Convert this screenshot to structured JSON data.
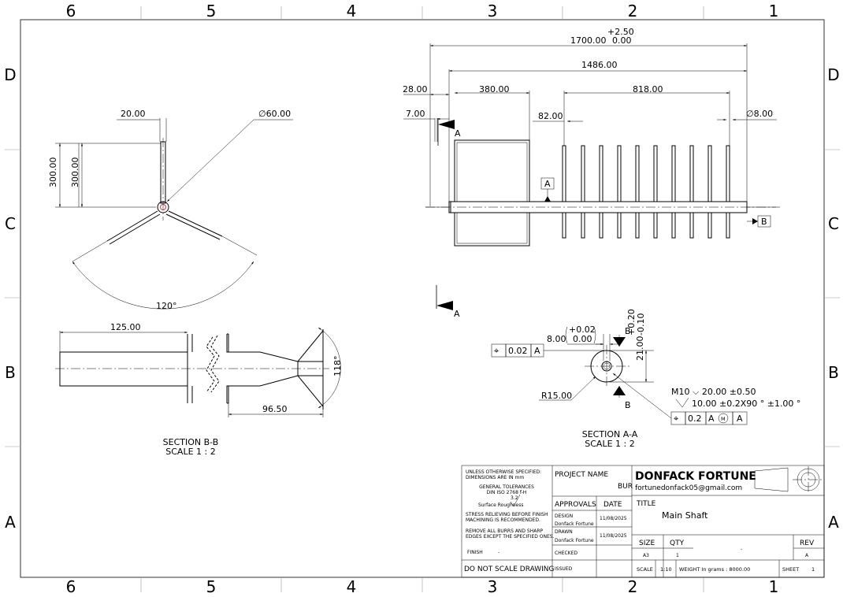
{
  "zones": {
    "cols": [
      "6",
      "5",
      "4",
      "3",
      "2",
      "1"
    ],
    "rows": [
      "D",
      "C",
      "B",
      "A"
    ]
  },
  "top_view": {
    "dims": {
      "d20": "20.00",
      "dia60": "∅60.00",
      "h300a": "300.00",
      "h300b": "300.00",
      "angle": "120°"
    }
  },
  "section_bb": {
    "dims": {
      "l125": "125.00",
      "l96": "96.50",
      "angle": "118°"
    },
    "title": "SECTION B-B",
    "scale": "SCALE 1 : 2"
  },
  "front_view": {
    "dims": {
      "tol_upper": "+2.50",
      "total": "1700.00",
      "tol_lower": "0.00",
      "d1486": "1486.00",
      "d28": "28.00",
      "d380": "380.00",
      "d818": "818.00",
      "d7": "7.00",
      "d82": "82.00",
      "dia8": "∅8.00"
    },
    "labels": {
      "secA_top": "A",
      "datumA": "A",
      "datumB": "B",
      "secA_bottom": "A"
    }
  },
  "section_aa": {
    "dims": {
      "d8": "8.00",
      "tol8_up": "+0.02",
      "tol8_lo": "0.00",
      "d21": "21.00",
      "tol21_up": "+0.20",
      "tol21_lo": "-0.10",
      "r15": "R15.00",
      "thread": "M10 ⌵ 20.00 ±0.50",
      "csink": "10.00 ±0.2X90 ° ±1.00 °"
    },
    "fcf1": {
      "sym": "⌖",
      "tol": "0.02",
      "datum": "A"
    },
    "fcf2": {
      "sym": "⌖",
      "tol": "0.2",
      "datum": "A",
      "mod": "M",
      "datum2": "A"
    },
    "cut_b_top": "B",
    "cut_b_bot": "B",
    "title": "SECTION A-A",
    "scale": "SCALE 1 : 2"
  },
  "title_block": {
    "notes": {
      "n1": "UNLESS OTHERWISE SPECIFIED:",
      "n2": "DIMENSIONS ARE IN mm",
      "n3": "GENERAL TOLERANCES",
      "n4": "DIN ISO 2768 f-H",
      "rough_label": "Surface Roughness",
      "rough_val": "3.2",
      "n5": "STRESS RELIEVING BEFORE FINISH",
      "n6": "MACHINING IS RECOMMENDED.",
      "n7": "REMOVE ALL BURRS AND SHARP",
      "n8": "EDGES EXCEPT THE SPECIFIED ONES.",
      "finish_label": "FINISH",
      "finish_val": "-",
      "no_scale": "DO NOT SCALE DRAWING"
    },
    "project_name_label": "PROJECT NAME",
    "project_name": "BUR",
    "approvals": "APPROVALS",
    "date_label": "DATE",
    "design_label": "DESIGN",
    "design_by": "Donfack Fortune",
    "design_date": "11/08/2025",
    "drawn_label": "DRAWN",
    "drawn_by": "Donfack Fortune",
    "drawn_date": "11/08/2025",
    "checked_label": "CHECKED",
    "issued_label": "ISSUED",
    "company": "DONFACK FORTUNE",
    "email": "fortunedonfack05@gmail.com",
    "title_label": "TITLE",
    "title": "Main Shaft",
    "size_label": "SIZE",
    "size": "A3",
    "qty_label": "QTY",
    "qty": "1",
    "dash": "-",
    "rev_label": "REV",
    "rev": "A",
    "scale_label": "SCALE",
    "scale": "1:10",
    "weight": "WEIGHT In grams : 8000.00",
    "sheet_label": "SHEET",
    "sheet": "1"
  }
}
